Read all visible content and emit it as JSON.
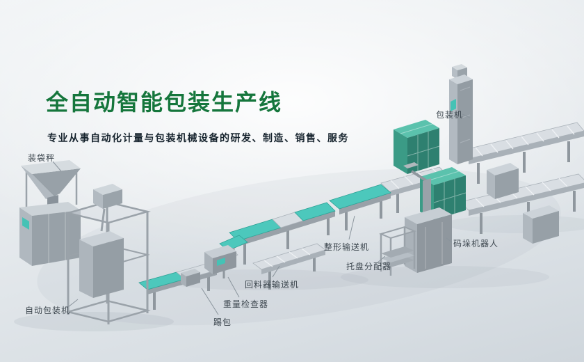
{
  "hero": {
    "title": "全自动智能包装生产线",
    "subtitle": "专业从事自动化计量与包装机械设备的研发、制造、销售、服务"
  },
  "labels": {
    "bagging_scale": "装袋秤",
    "packing_machine": "包装机",
    "shaping_conveyor": "整形输送机",
    "palletizing_robot": "码垛机器人",
    "pallet_distributor": "托盘分配器",
    "return_conveyor": "回料器输送机",
    "weight_checker": "重量检查器",
    "kick_bag": "踢包",
    "auto_packing_machine": "自动包装机"
  },
  "colors": {
    "title_green": "#15763c",
    "belt_teal": "#4cc8bc",
    "box_green_top": "#5bc2ad",
    "machine_gray": "#c7ced4",
    "background_top": "#f1f4f6",
    "background_bottom": "#cfd6dc"
  }
}
